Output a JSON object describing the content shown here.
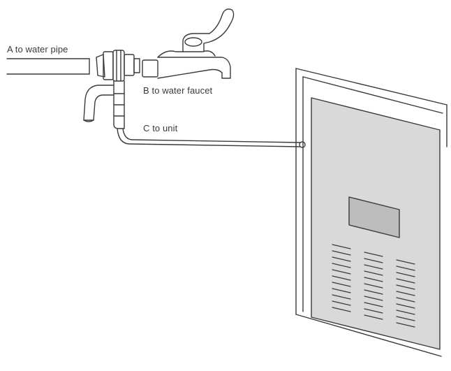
{
  "labels": {
    "a": "A to water pipe",
    "b": "B to water faucet",
    "c": "C to unit"
  },
  "colors": {
    "stroke": "#3a3a3a",
    "panel_fill": "#d9d9d9",
    "display_fill": "#bdbdbd",
    "background": "#ffffff"
  },
  "icons": [
    "water-pipe",
    "tee-valve",
    "water-faucet",
    "drain-spout",
    "tube-line",
    "appliance-unit"
  ]
}
